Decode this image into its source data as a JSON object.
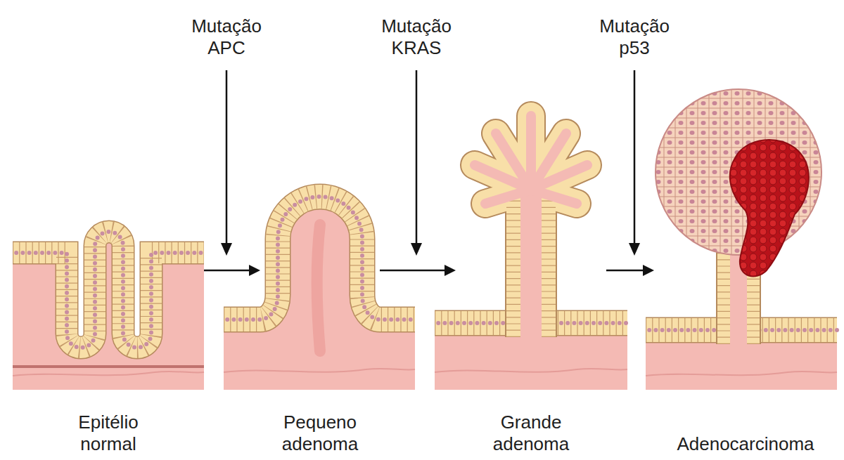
{
  "diagram": {
    "nodes": [
      {
        "text": [
          "Epitélio normal"
        ]
      },
      {
        "text": [
          "Pequeno adenoma"
        ]
      },
      {
        "text": [
          "Grande adenoma"
        ]
      },
      {
        "text": [
          "Adenocarcinoma"
        ]
      }
    ],
    "edges": [
      {
        "from": 0,
        "to": 1,
        "arrow": "to"
      },
      {
        "from": 1,
        "to": 2,
        "arrow": "to"
      },
      {
        "from": 2,
        "to": 3,
        "arrow": "to"
      }
    ],
    "labels": [
      "Mutação APC",
      "Mutação KRAS",
      "Mutação p53"
    ]
  }
}
